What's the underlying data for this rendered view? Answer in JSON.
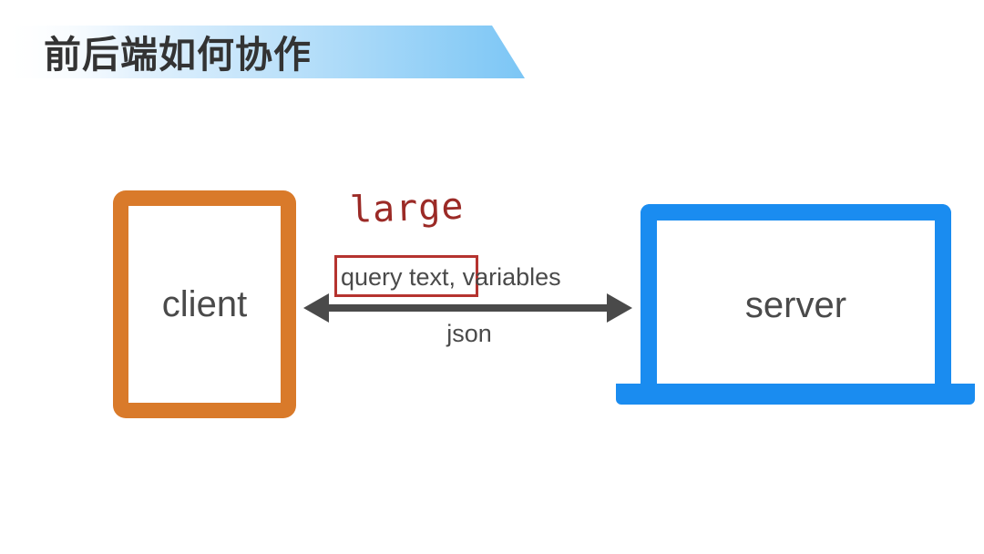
{
  "title": "前后端如何协作",
  "client": {
    "label": "client"
  },
  "server": {
    "label": "server"
  },
  "connection": {
    "request_highlighted": "query text,",
    "request_rest": " variables",
    "response": "json",
    "annotation": "large"
  },
  "colors": {
    "title_banner_from": "#ffffff",
    "title_banner_to": "#7cc6f5",
    "client": "#d97a2a",
    "server": "#1a8cf0",
    "arrow": "#4a4a4a",
    "annotation": "#9b2a26"
  }
}
